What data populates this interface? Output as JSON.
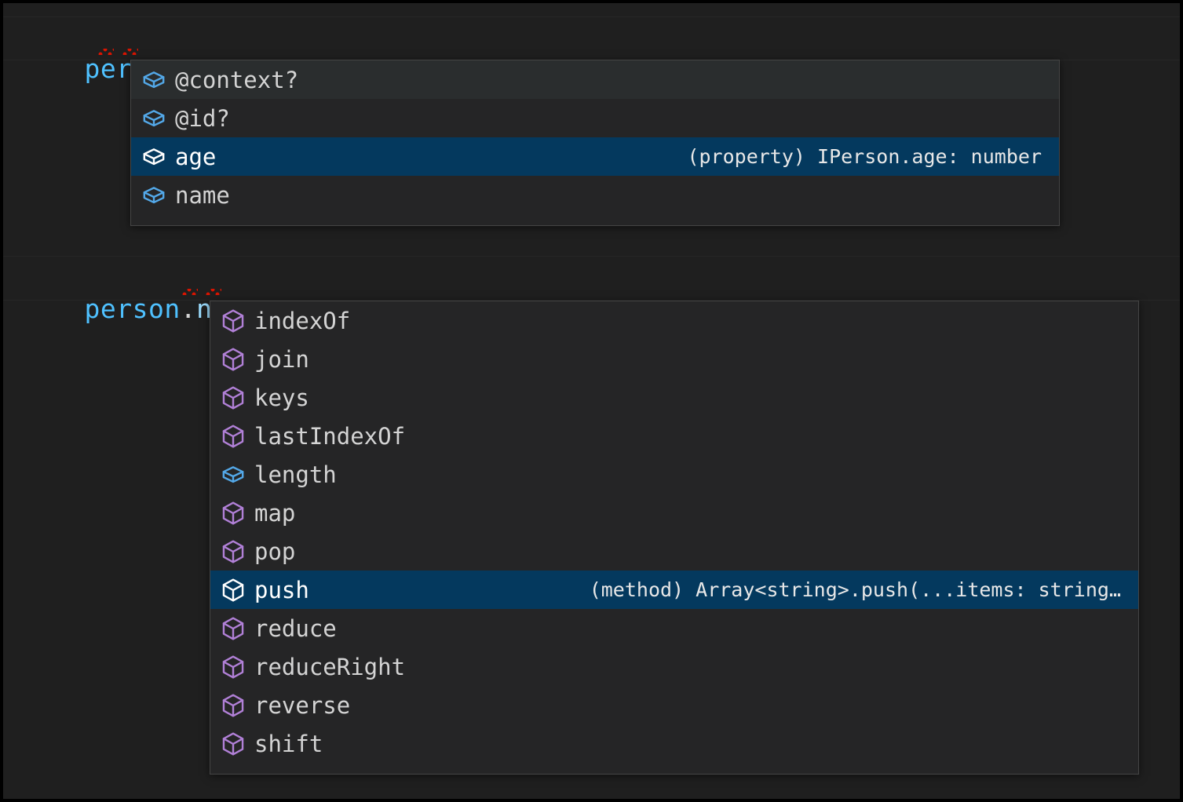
{
  "editor": {
    "background_color": "#1f1f1f",
    "lines": [
      {
        "id": "line-1",
        "segments": [
          {
            "text": "person",
            "kind": "variable",
            "color": "#4fc1ff"
          },
          {
            "text": ".",
            "kind": "punctuation",
            "color": "#d4d4d4"
          },
          {
            "text": ";",
            "kind": "punctuation",
            "color": "#d4d4d4"
          }
        ],
        "plain": "person.;"
      },
      {
        "id": "line-2",
        "segments": [
          {
            "text": "person",
            "kind": "variable",
            "color": "#4fc1ff"
          },
          {
            "text": ".",
            "kind": "punctuation",
            "color": "#d4d4d4"
          },
          {
            "text": "name",
            "kind": "property",
            "color": "#9cdcfe"
          },
          {
            "text": ".",
            "kind": "punctuation",
            "color": "#d4d4d4"
          },
          {
            "text": ";",
            "kind": "punctuation",
            "color": "#d4d4d4"
          }
        ],
        "plain": "person.name.;"
      }
    ],
    "error_squiggle_color": "#e51400"
  },
  "colors": {
    "widget_background": "#252526",
    "widget_border": "#454545",
    "selected_row": "#04395e",
    "hovered_row": "#2a2d2e",
    "icon_property": "#53a8e8",
    "icon_method": "#b180d7",
    "icon_selected": "#ffffff",
    "text_default": "#d4d4d4"
  },
  "suggest_widgets": [
    {
      "id": "suggest-person-members",
      "anchor_line": "person.;",
      "items": [
        {
          "label": "@context?",
          "icon": "property-cube-icon",
          "icon_kind": "property",
          "detail": "",
          "state": "hovered"
        },
        {
          "label": "@id?",
          "icon": "property-cube-icon",
          "icon_kind": "property",
          "detail": "",
          "state": "normal"
        },
        {
          "label": "age",
          "icon": "property-cube-icon",
          "icon_kind": "property",
          "detail": "(property) IPerson.age: number",
          "state": "selected"
        },
        {
          "label": "name",
          "icon": "property-cube-icon",
          "icon_kind": "property",
          "detail": "",
          "state": "normal"
        }
      ]
    },
    {
      "id": "suggest-name-members",
      "anchor_line": "person.name.;",
      "items": [
        {
          "label": "indexOf",
          "icon": "method-cube-icon",
          "icon_kind": "method",
          "detail": "",
          "state": "normal"
        },
        {
          "label": "join",
          "icon": "method-cube-icon",
          "icon_kind": "method",
          "detail": "",
          "state": "normal"
        },
        {
          "label": "keys",
          "icon": "method-cube-icon",
          "icon_kind": "method",
          "detail": "",
          "state": "normal"
        },
        {
          "label": "lastIndexOf",
          "icon": "method-cube-icon",
          "icon_kind": "method",
          "detail": "",
          "state": "normal"
        },
        {
          "label": "length",
          "icon": "property-cube-icon",
          "icon_kind": "property",
          "detail": "",
          "state": "normal"
        },
        {
          "label": "map",
          "icon": "method-cube-icon",
          "icon_kind": "method",
          "detail": "",
          "state": "normal"
        },
        {
          "label": "pop",
          "icon": "method-cube-icon",
          "icon_kind": "method",
          "detail": "",
          "state": "normal"
        },
        {
          "label": "push",
          "icon": "method-cube-icon",
          "icon_kind": "method",
          "detail": "(method) Array<string>.push(...items: string…",
          "state": "selected"
        },
        {
          "label": "reduce",
          "icon": "method-cube-icon",
          "icon_kind": "method",
          "detail": "",
          "state": "normal"
        },
        {
          "label": "reduceRight",
          "icon": "method-cube-icon",
          "icon_kind": "method",
          "detail": "",
          "state": "normal"
        },
        {
          "label": "reverse",
          "icon": "method-cube-icon",
          "icon_kind": "method",
          "detail": "",
          "state": "normal"
        },
        {
          "label": "shift",
          "icon": "method-cube-icon",
          "icon_kind": "method",
          "detail": "",
          "state": "normal"
        }
      ]
    }
  ]
}
